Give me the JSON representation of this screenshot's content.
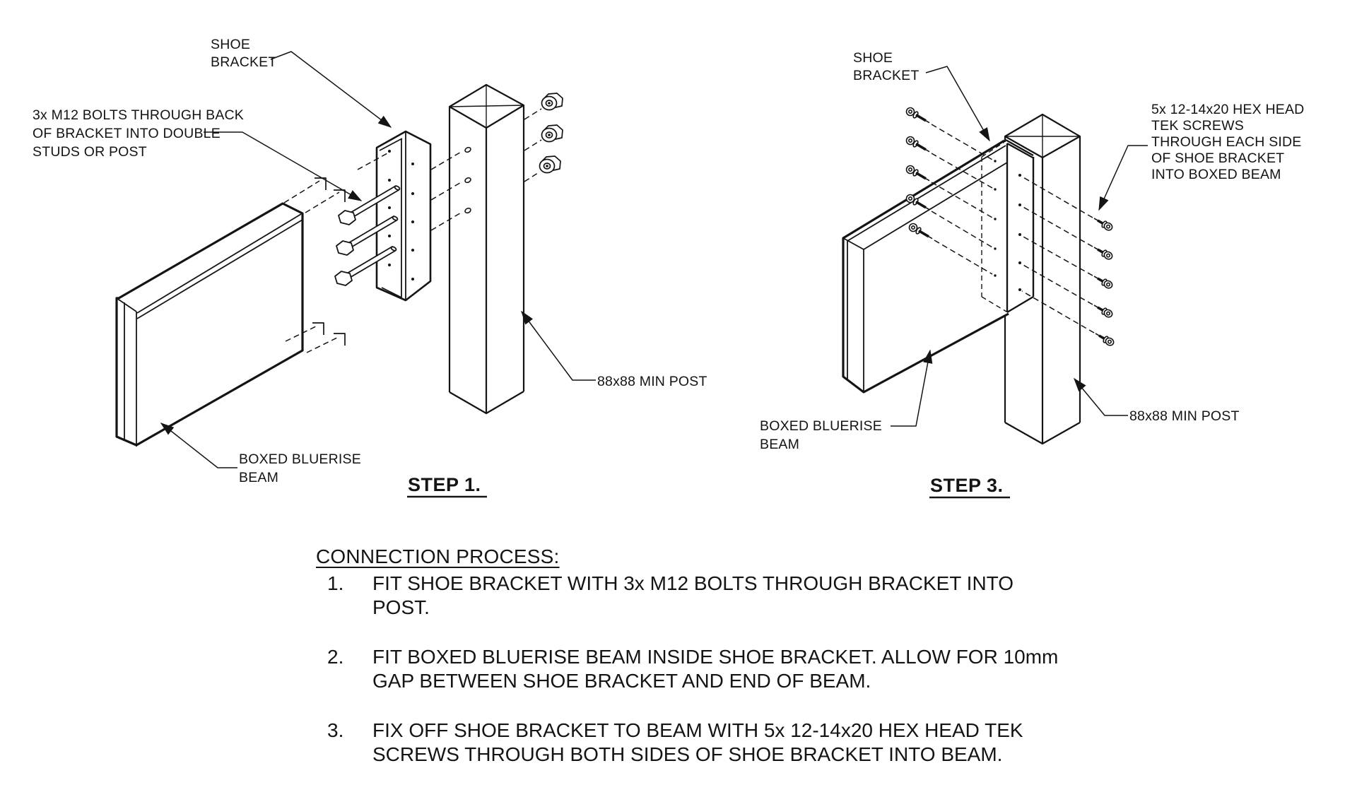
{
  "colors": {
    "line": "#141414",
    "background": "#ffffff"
  },
  "step1": {
    "title": "STEP 1.",
    "bracket_label": [
      "SHOE",
      "BRACKET"
    ],
    "bolts_label": [
      "3x M12 BOLTS THROUGH BACK",
      "OF BRACKET INTO DOUBLE",
      "STUDS OR POST"
    ],
    "post_label": "88x88 MIN POST",
    "beam_label": [
      "BOXED BLUERISE",
      "BEAM"
    ]
  },
  "step3": {
    "title": "STEP 3.",
    "bracket_label": [
      "SHOE",
      "BRACKET"
    ],
    "screws_label": [
      "5x 12-14x20 HEX HEAD",
      "TEK SCREWS",
      "THROUGH EACH SIDE",
      "OF SHOE BRACKET",
      "INTO BOXED BEAM"
    ],
    "post_label": "88x88 MIN POST",
    "beam_label": [
      "BOXED BLUERISE",
      "BEAM"
    ]
  },
  "process": {
    "heading": "CONNECTION PROCESS:",
    "items": [
      {
        "num": "1.",
        "lines": [
          "FIT SHOE BRACKET WITH 3x M12 BOLTS THROUGH BRACKET INTO",
          "POST."
        ]
      },
      {
        "num": "2.",
        "lines": [
          "FIT BOXED BLUERISE BEAM INSIDE SHOE BRACKET. ALLOW FOR 10mm",
          "GAP BETWEEN SHOE BRACKET AND END OF BEAM."
        ]
      },
      {
        "num": "3.",
        "lines": [
          "FIX OFF SHOE BRACKET TO BEAM WITH 5x 12-14x20 HEX HEAD TEK",
          "SCREWS THROUGH BOTH SIDES OF SHOE BRACKET INTO BEAM."
        ]
      }
    ]
  }
}
